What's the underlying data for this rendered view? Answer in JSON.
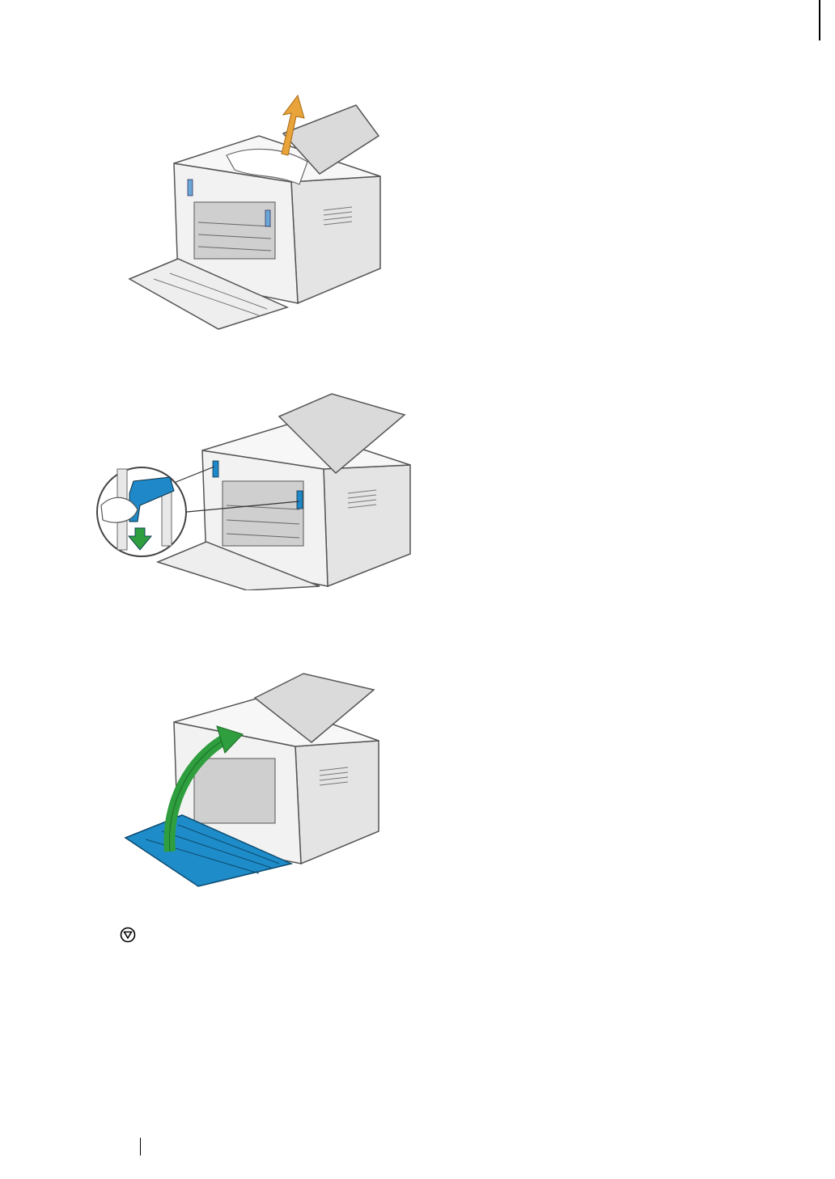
{
  "page": {
    "figures": [
      {
        "name": "remove-jammed-paper-figure",
        "arrow_color": "#E8A33A",
        "arrow_direction": "up"
      },
      {
        "name": "lower-levers-figure",
        "arrow_color": "#2E9E3E",
        "lever_color": "#1E88C8"
      },
      {
        "name": "close-rear-cover-figure",
        "arrow_color": "#2E9E3E",
        "cover_color": "#1E8CC8"
      }
    ],
    "stop_icon": "stop-icon"
  }
}
